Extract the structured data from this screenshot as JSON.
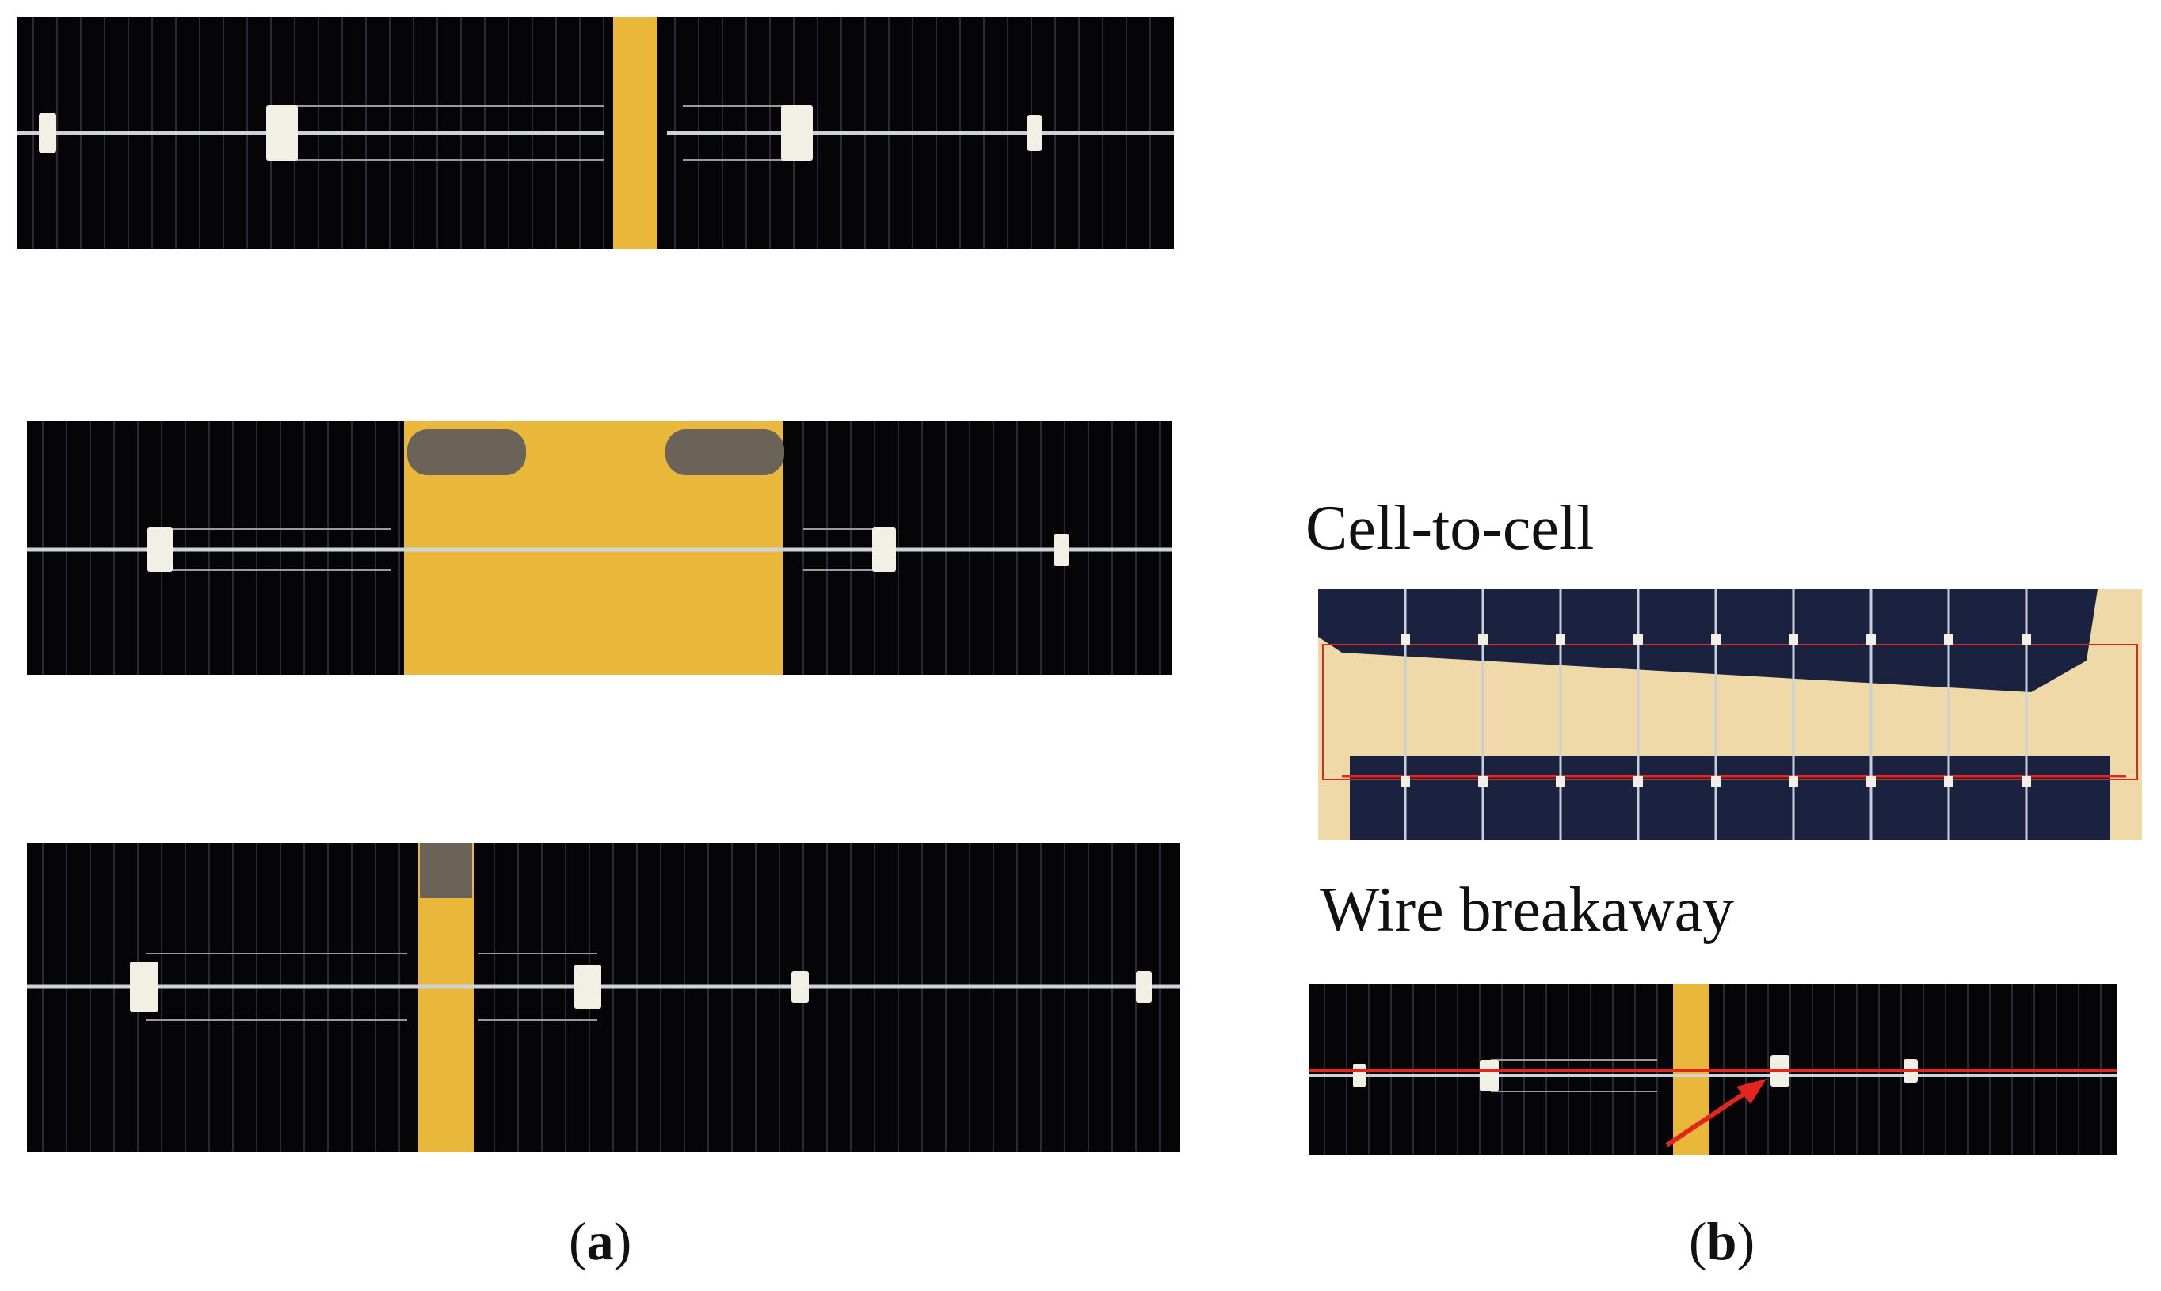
{
  "panel_a": {
    "caption_open": "(",
    "caption_letter": "a",
    "caption_close": ")"
  },
  "panel_b": {
    "caption_open": "(",
    "caption_letter": "b",
    "caption_close": ")",
    "cell_to_cell_label": "Cell-to-cell",
    "wire_breakaway_label": "Wire breakaway"
  },
  "colors": {
    "cell_background": "#050507",
    "ribbon_gold": "#e9b83a",
    "busbar_wire": "#cfd3d8",
    "solder_pad": "#f2efe4",
    "finger_line": "#2a2a34",
    "cell_blue": "#1a2240",
    "substrate": "#efd9a8",
    "marker_red": "#e3261b"
  }
}
